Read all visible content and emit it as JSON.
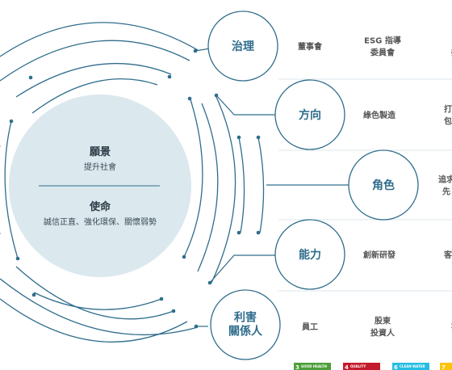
{
  "core": {
    "vision_title": "願景",
    "vision_text": "提升社會",
    "mission_title": "使命",
    "mission_text": "誠信正直、強化環保、關懷弱勢"
  },
  "rows": [
    {
      "node": "治理",
      "items": [
        "董事會",
        "ESG 指導\n委員會",
        "E\n委"
      ]
    },
    {
      "node": "方向",
      "items": [
        "綠色製造",
        "打造\n包容"
      ]
    },
    {
      "node": "角色",
      "items": [
        "追求\n先"
      ]
    },
    {
      "node": "能力",
      "items": [
        "創新研發",
        "客戶"
      ]
    },
    {
      "node": "利害\n關係人",
      "items": [
        "員工",
        "股東\n投資人",
        "客"
      ]
    }
  ],
  "sdg_badges": [
    {
      "number": "3",
      "label": "GOOD HEALTH",
      "color": "#4c9f38"
    },
    {
      "number": "4",
      "label": "QUALITY",
      "color": "#c5192d"
    },
    {
      "number": "6",
      "label": "CLEAN WATER",
      "color": "#26bde2"
    },
    {
      "number": "7",
      "label": "",
      "color": "#fcc30b"
    }
  ],
  "colors": {
    "line": "#2f6d8c",
    "core_fill": "#dbe8ee",
    "node_fill": "#ffffff",
    "band": "#eef3f6"
  }
}
